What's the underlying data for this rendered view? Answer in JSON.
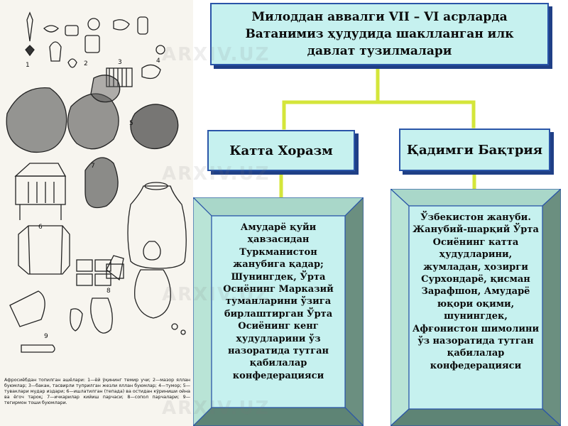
{
  "diagram": {
    "title": "Милоддан аввалги VII – VI асрларда Ватанимиз ҳудудида шаклланган илк давлат тузилмалари",
    "nodes": {
      "khorezm": {
        "label": "Катта Хоразм",
        "description": "Амударё қуйи ҳавзасидан Туркманистон жанубига қадар; Шунингдек, Ўрта Осиёнинг Марказий туманларини ўзига бирлаштирган Ўрта Осиёнинг кенг ҳудудларини ўз назоратида тутган қабилалар конфедерацияси"
      },
      "bactria": {
        "label": "Қадимги Бақтрия",
        "description": "Ўзбекистон жануби. Жанубий-шарқий Ўрта Осиёнинг катта ҳудудларини, жумладан, ҳозирги Сурхондарё, қисман Зарафшон, Амударё юқори оқими, шунингдек, Афғонистон шимолини ўз назоратида тутган қабилалар конфедерацияси"
      }
    },
    "colors": {
      "box_fill": "#c6f1ef",
      "box_border": "#2a55a8",
      "box_shadow": "#1f3f86",
      "connector": "#d4e63a",
      "bevel_edge": "#6b8f80"
    }
  },
  "artifacts": {
    "caption": "Афросиёбдан топилган ашёлари: 1—ёй ўқининг темир учи; 2—мазор яллан буюмлар; 3—бакан, тасвирли туприлган жезли яллан буюмлар; 4—тумор; 5—туваклари мудар издари; 6—ишлатилган (тепада) ва остидан кўриниши ойна ва ёгоч тароқ; 7—ичкарилар кийиш парчаси; 8—сопол парчалари; 9—тегирмон тоши буюмлари.",
    "numbers": [
      "1",
      "2",
      "3",
      "4",
      "5",
      "6",
      "7",
      "8",
      "9"
    ]
  },
  "watermark": "ARXIV.UZ"
}
